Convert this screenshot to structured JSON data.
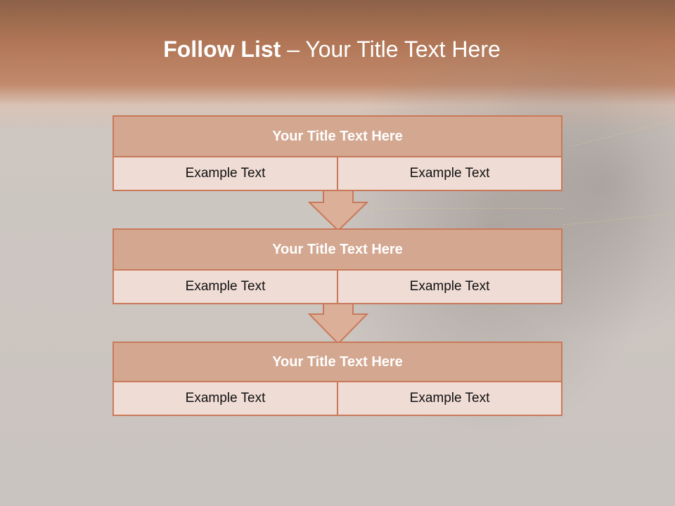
{
  "slide": {
    "title_bold": "Follow List",
    "title_rest": " – Your Title Text Here"
  },
  "blocks": [
    {
      "title": "Your Title Text Here",
      "left": "Example Text",
      "right": "Example Text"
    },
    {
      "title": "Your Title Text Here",
      "left": "Example Text",
      "right": "Example Text"
    },
    {
      "title": "Your Title Text Here",
      "left": "Example Text",
      "right": "Example Text"
    }
  ],
  "colors": {
    "accent": "#c9795a",
    "header_fill": "#d3a790",
    "cell_fill": "#efdcd5",
    "arrow_fill": "#dcaf98",
    "title_band": "#b07656"
  }
}
